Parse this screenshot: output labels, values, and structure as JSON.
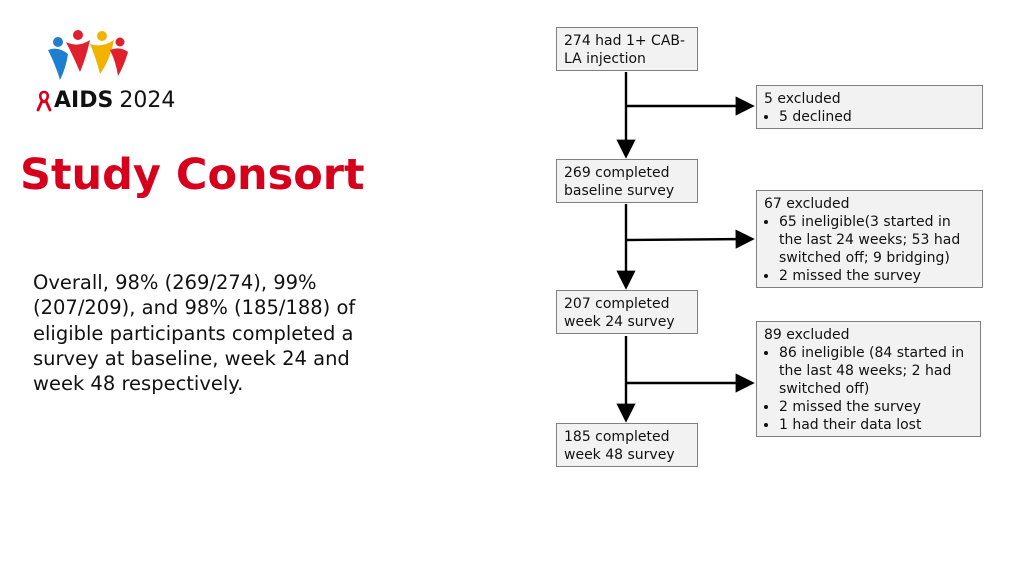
{
  "header": {
    "conference_name": "AIDS",
    "conference_year": "2024"
  },
  "title": "Study Consort",
  "summary": "Overall, 98% (269/274), 99% (207/209), and 98% (185/188) of eligible participants completed a survey at baseline, week 24 and week 48 respectively.",
  "flowchart": {
    "main_boxes": [
      {
        "text": "274 had 1+ CAB-LA injection"
      },
      {
        "text": "269 completed baseline survey"
      },
      {
        "text": "207 completed week 24 survey"
      },
      {
        "text": "185 completed week 48 survey"
      }
    ],
    "exclusion_boxes": [
      {
        "heading": "5 excluded",
        "items": [
          "5 declined"
        ]
      },
      {
        "heading": "67 excluded",
        "items": [
          "65 ineligible(3 started in the last 24 weeks; 53 had switched off; 9 bridging)",
          "2 missed the survey"
        ]
      },
      {
        "heading": "89 excluded",
        "items": [
          "86 ineligible (84 started in the last 48 weeks; 2 had switched off)",
          "2 missed the survey",
          "1 had their data lost"
        ]
      }
    ]
  },
  "colors": {
    "accent_red": "#d6001c",
    "box_fill": "#f2f2f2",
    "box_border": "#7f7f7f",
    "arrow": "#000000",
    "logo_blue": "#1e7fd0",
    "logo_yellow": "#f2b200",
    "logo_red": "#e0202c"
  }
}
